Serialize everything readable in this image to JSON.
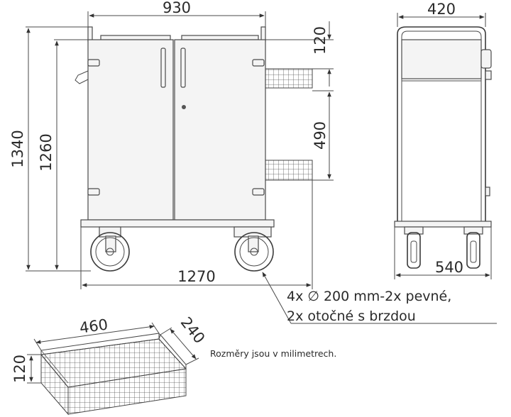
{
  "dimensions": {
    "width_front": "930",
    "height_total": "1340",
    "height_body": "1260",
    "basket_offset": "120",
    "basket_spacing": "490",
    "length_total": "1270",
    "depth_side": "420",
    "wheel_track": "540",
    "basket_length": "460",
    "basket_width": "240",
    "basket_height": "120"
  },
  "notes": {
    "wheels_line1": "4x ∅ 200 mm-2x pevné,",
    "wheels_line2": "2x otočné s brzdou",
    "units": "Rozměry jsou v milimetrech."
  }
}
